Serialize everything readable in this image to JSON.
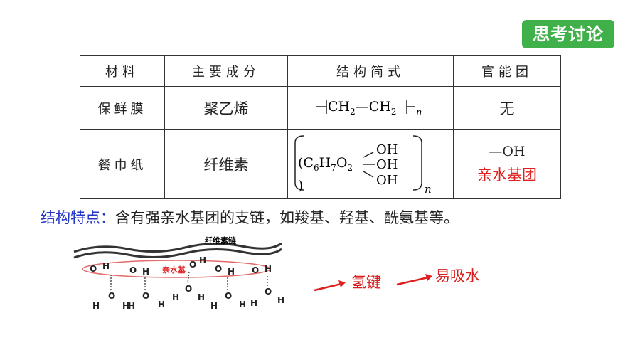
{
  "badge": "思考讨论",
  "table": {
    "headers": [
      "材料",
      "主要成分",
      "结构简式",
      "官能团"
    ],
    "rows": [
      {
        "material": "保鲜膜",
        "component": "聚乙烯",
        "group": "无"
      },
      {
        "material": "餐巾纸",
        "component": "纤维素",
        "group_formula": "—OH",
        "group_note": "亲水基团"
      }
    ],
    "pe_formula": {
      "lead": "CH",
      "sub1": "2",
      "dash": "—CH",
      "sub2": "2",
      "n": "n"
    },
    "cellulose_formula": {
      "c": "(C",
      "c_sub": "6",
      "h": "H",
      "h_sub": "7",
      "o": "O",
      "o_sub": "2",
      "oh": "OH",
      "close": ")",
      "n": "n"
    }
  },
  "note": {
    "label": "结构特点：",
    "text": "含有强亲水基团的支链，如羧基、羟基、酰氨基等。"
  },
  "diagram": {
    "chain_label": "纤维素链",
    "hydrophilic_label": "亲水基",
    "o": "O",
    "h": "H"
  },
  "annotations": {
    "hbond": "氢键",
    "absorb": "易吸水"
  },
  "colors": {
    "badge": "#3fb04a",
    "accent_red": "#e02020",
    "label_blue": "#2435c8"
  }
}
